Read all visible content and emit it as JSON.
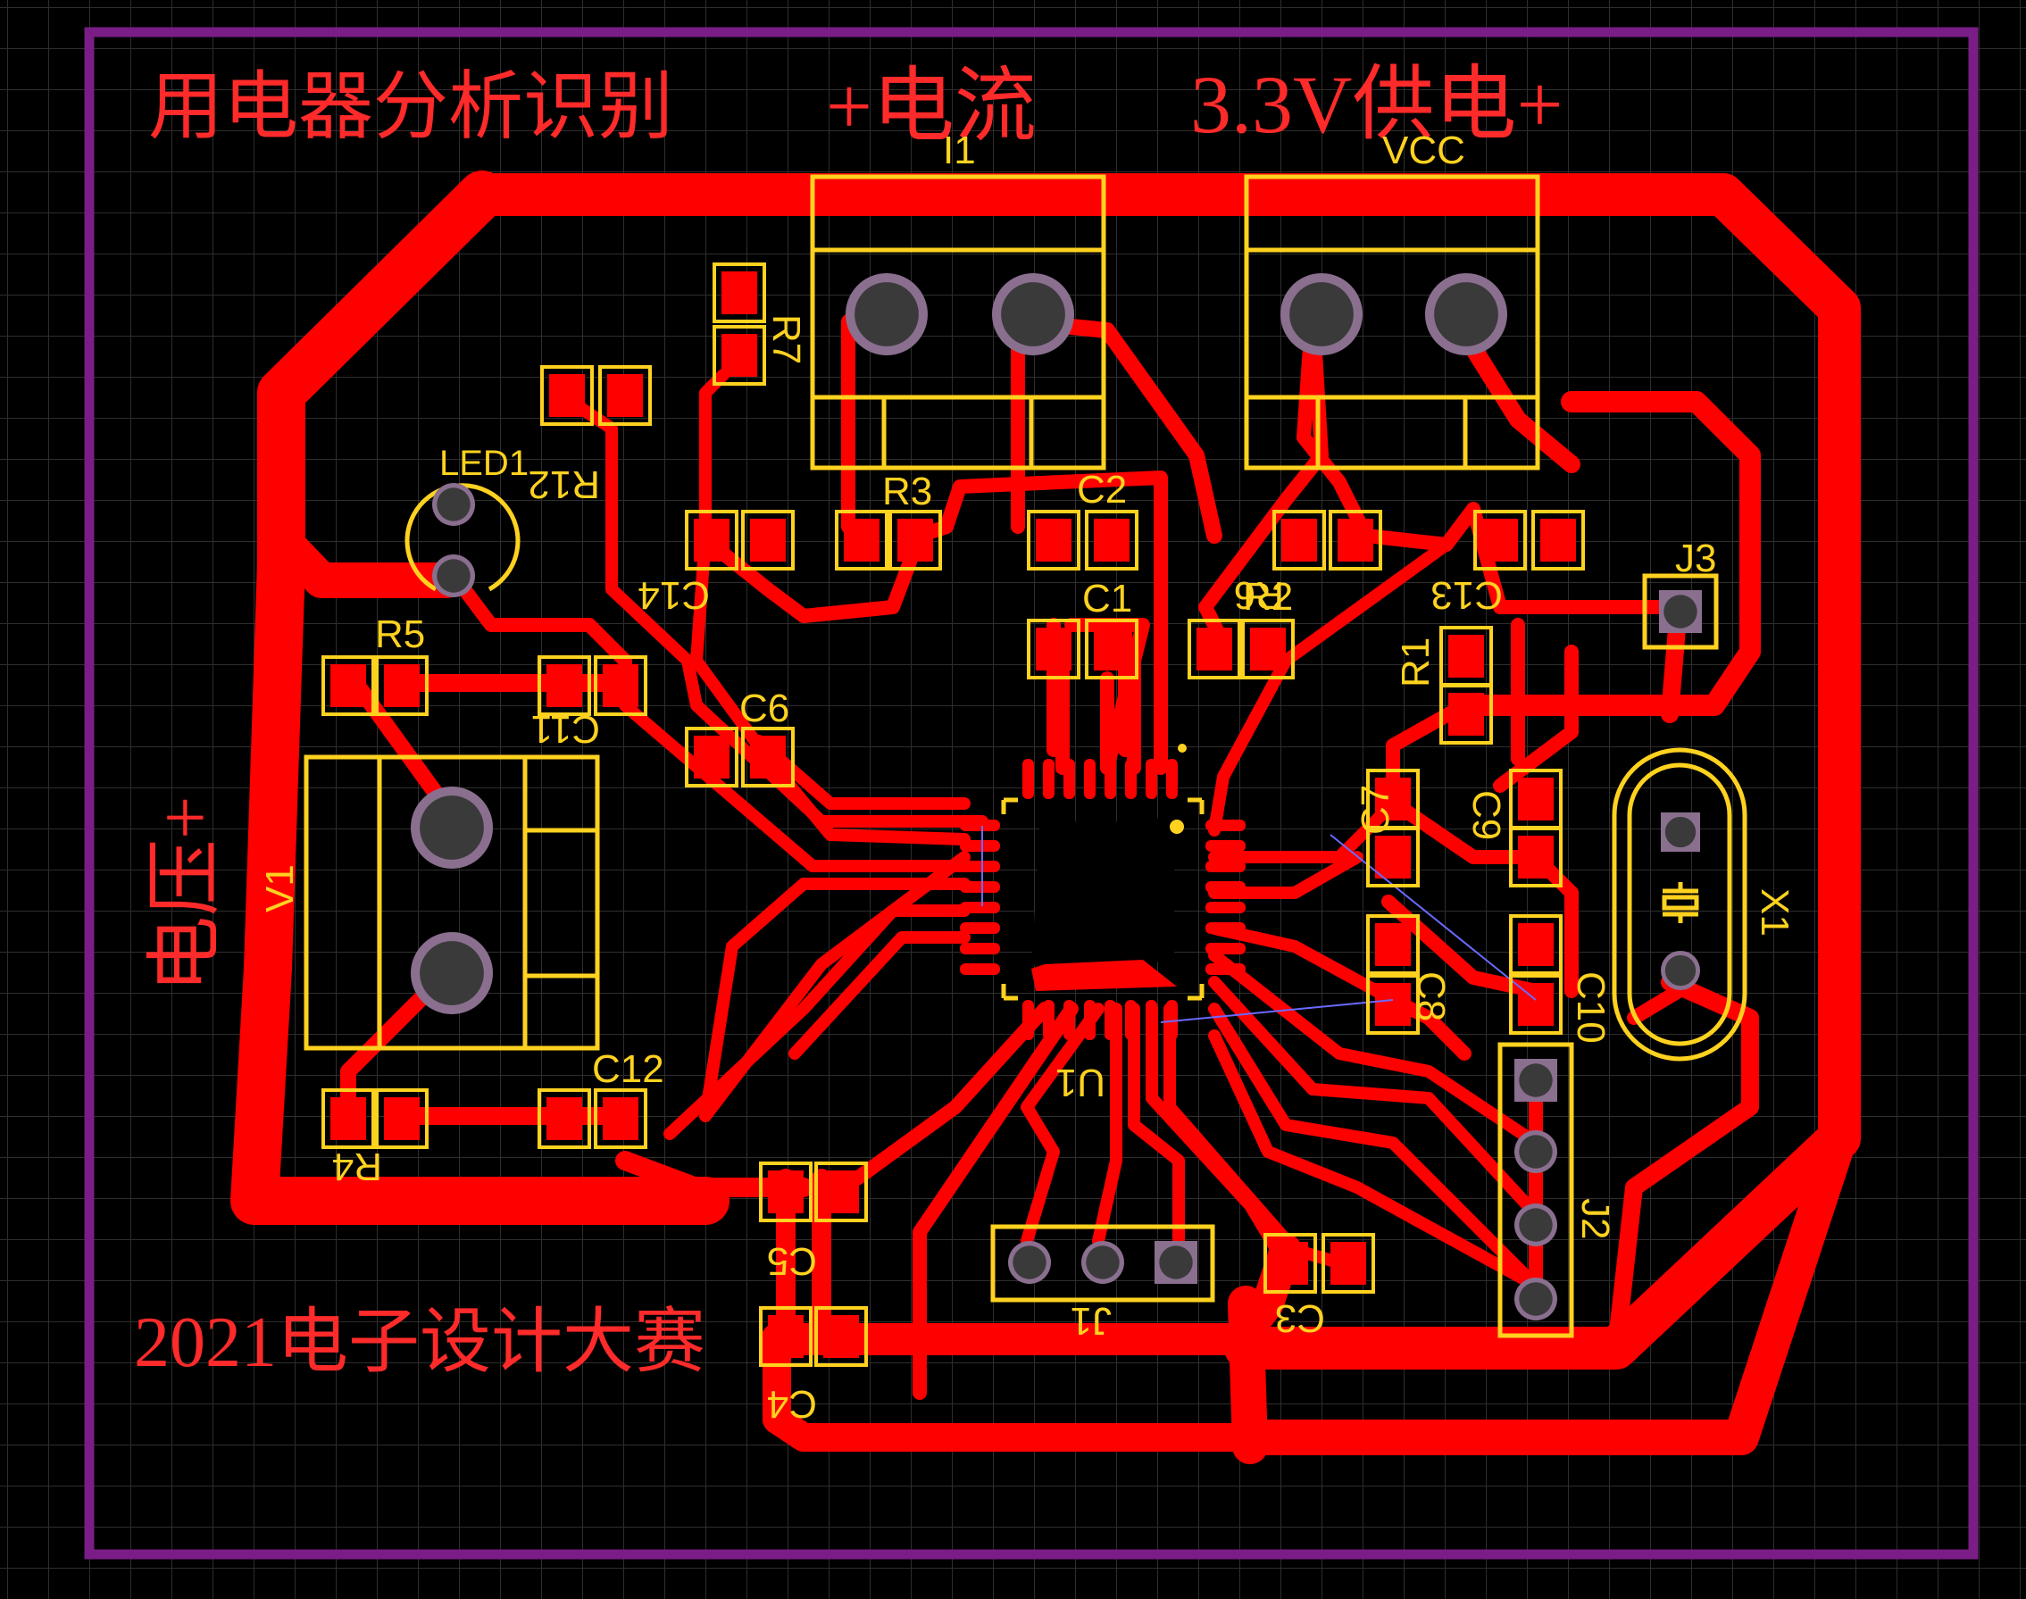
{
  "colors": {
    "background": "#000000",
    "grid": "#2e2e2e",
    "outline": "#7a1d86",
    "copper": "#ff0000",
    "silkscreen": "#ffd21f",
    "pad_hole": "#3a3a3a",
    "pad_ring": "#8a6f8f"
  },
  "title_texts": {
    "analysis": "用电器分析识别",
    "current": "+电流",
    "supply": "3.3V供电+",
    "voltage": "电压+",
    "contest": "2021电子设计大赛"
  },
  "designators": {
    "I1": "I1",
    "VCC": "VCC",
    "R7": "R7",
    "R12": "R12",
    "LED": "LED1",
    "R3": "R3",
    "C2": "C2",
    "C1": "C1",
    "R6": "R6",
    "R2": "R2",
    "C14": "C14",
    "C13": "C13",
    "J3": "J3",
    "R1": "R1",
    "R5": "R5",
    "C11": "C11",
    "C6": "C6",
    "C7": "C7",
    "C9": "C9",
    "X1": "X1",
    "V1": "V1",
    "C8": "C8",
    "C10": "C10",
    "C12": "C12",
    "U1": "U1",
    "R4": "R4",
    "C5": "C5",
    "J2": "J2",
    "C3": "C3",
    "J1": "J1",
    "C4": "C4"
  }
}
